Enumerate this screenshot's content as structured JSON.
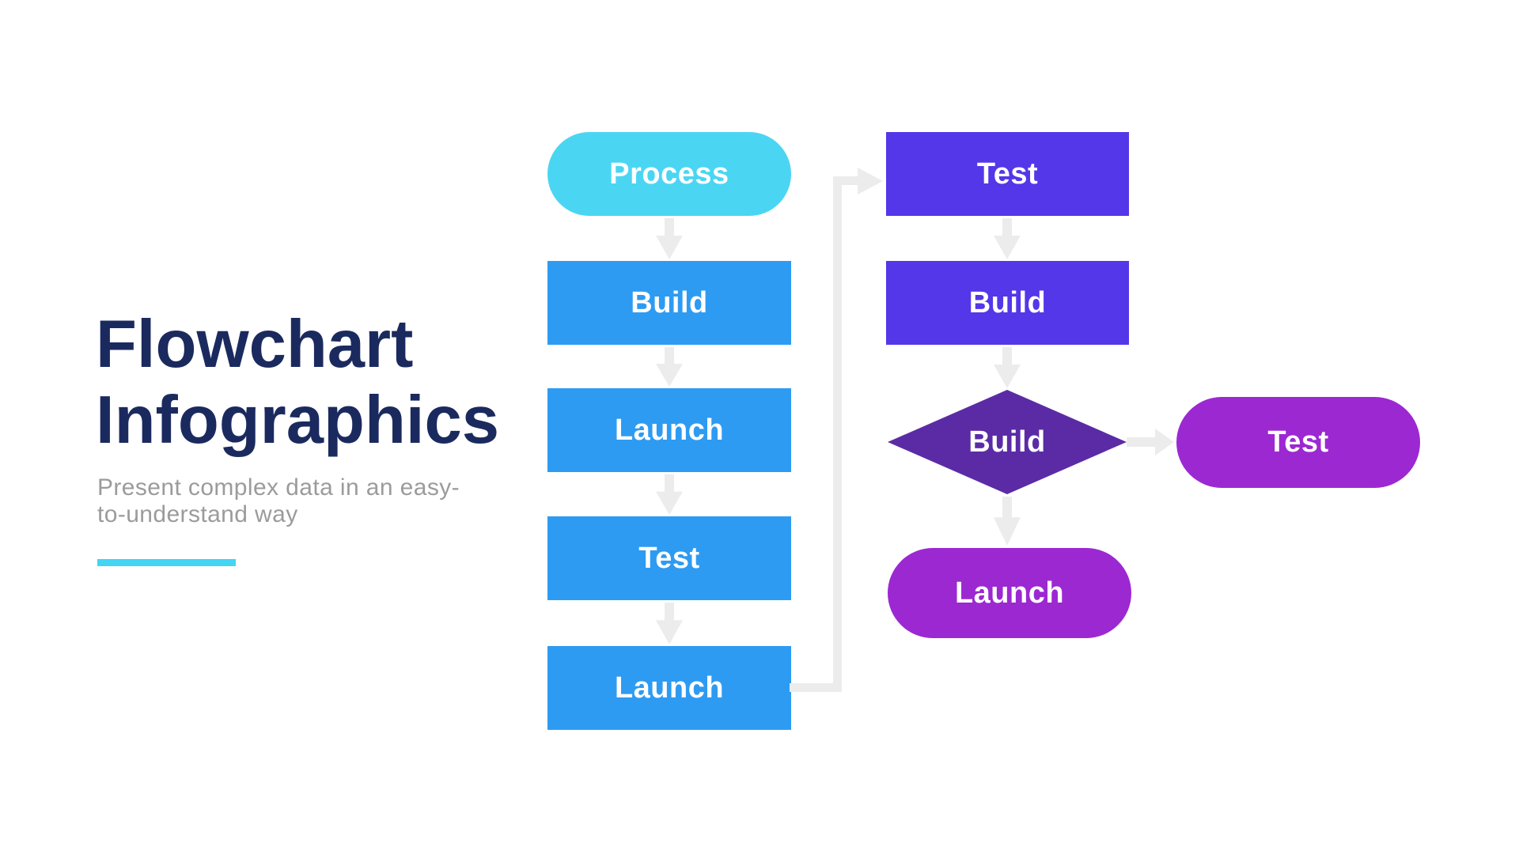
{
  "header": {
    "title_line1": "Flowchart",
    "title_line2": "Infographics",
    "subtitle_line1": "Present complex data in an easy-",
    "subtitle_line2": "to-understand way"
  },
  "colors": {
    "title_navy": "#1b2a5e",
    "subtitle_gray": "#9b9b9b",
    "accent_cyan": "#44d4f4",
    "process_cyan": "#4ad6f2",
    "step_blue": "#2e9bf2",
    "step_indigo": "#5337e9",
    "decision_purple": "#5b2ba6",
    "terminal_purple": "#9c28d2",
    "arrow_gray": "#ececec",
    "background": "#ffffff"
  },
  "flowchart": {
    "left_column": [
      {
        "label": "Process",
        "shape": "pill"
      },
      {
        "label": "Build",
        "shape": "rect"
      },
      {
        "label": "Launch",
        "shape": "rect"
      },
      {
        "label": "Test",
        "shape": "rect"
      },
      {
        "label": "Launch",
        "shape": "rect"
      }
    ],
    "right_column": [
      {
        "label": "Test",
        "shape": "rect"
      },
      {
        "label": "Build",
        "shape": "rect"
      },
      {
        "label": "Build",
        "shape": "diamond"
      },
      {
        "label": "Launch",
        "shape": "pill"
      }
    ],
    "side_shape": {
      "label": "Test",
      "shape": "pill"
    }
  }
}
